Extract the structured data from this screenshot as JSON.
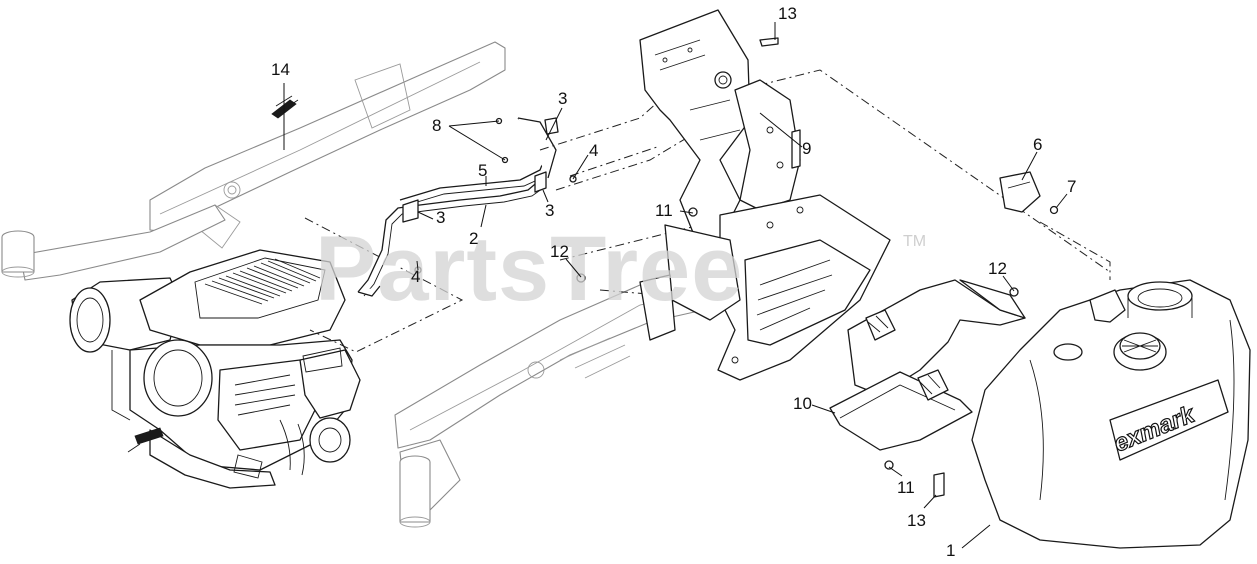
{
  "watermark": {
    "text": "PartsTree",
    "trademark": "TM"
  },
  "brand_label": "exmark",
  "callouts": [
    {
      "id": "c14",
      "label": "14"
    },
    {
      "id": "c13a",
      "label": "13"
    },
    {
      "id": "c3a",
      "label": "3"
    },
    {
      "id": "c8",
      "label": "8"
    },
    {
      "id": "c4a",
      "label": "4"
    },
    {
      "id": "c9",
      "label": "9"
    },
    {
      "id": "c5",
      "label": "5"
    },
    {
      "id": "c3b",
      "label": "3"
    },
    {
      "id": "c6",
      "label": "6"
    },
    {
      "id": "c7",
      "label": "7"
    },
    {
      "id": "c11a",
      "label": "11"
    },
    {
      "id": "c3c",
      "label": "3"
    },
    {
      "id": "c2",
      "label": "2"
    },
    {
      "id": "c12a",
      "label": "12"
    },
    {
      "id": "c4b",
      "label": "4"
    },
    {
      "id": "c12b",
      "label": "12"
    },
    {
      "id": "c10",
      "label": "10"
    },
    {
      "id": "c11b",
      "label": "11"
    },
    {
      "id": "c13b",
      "label": "13"
    },
    {
      "id": "c1",
      "label": "1"
    }
  ]
}
